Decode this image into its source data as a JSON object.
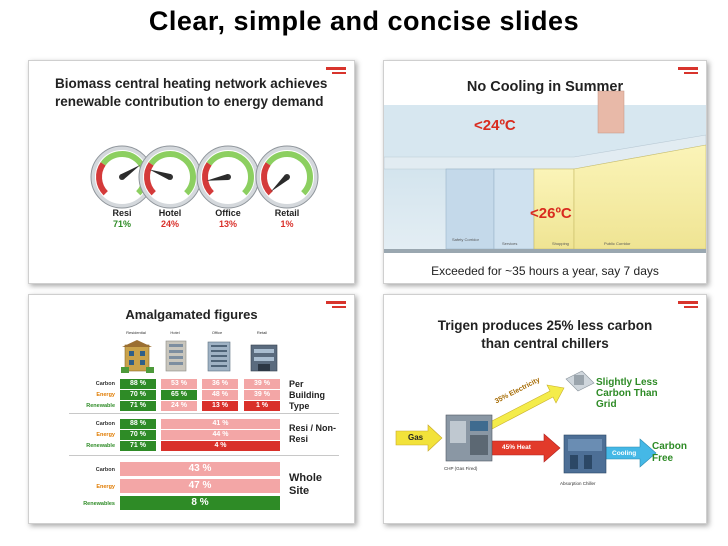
{
  "header": {
    "title": "Clear, simple and concise slides"
  },
  "colors": {
    "green": "#2e8b26",
    "red": "#d9302a",
    "pink": "#f3a6a6",
    "gauge_green": "#8ccf60",
    "gauge_red": "#d43a3a"
  },
  "slide1": {
    "title_line1": "Biomass central heating network achieves",
    "title_line2": "renewable contribution to energy demand",
    "gauges": [
      {
        "label": "Resi",
        "value": "71%",
        "fraction": 0.71,
        "value_color": "#2e8b26"
      },
      {
        "label": "Hotel",
        "value": "24%",
        "fraction": 0.24,
        "value_color": "#d9302a"
      },
      {
        "label": "Office",
        "value": "13%",
        "fraction": 0.13,
        "value_color": "#d9302a"
      },
      {
        "label": "Retail",
        "value": "1%",
        "fraction": 0.01,
        "value_color": "#d9302a"
      }
    ]
  },
  "slide2": {
    "title": "No Cooling in Summer",
    "temp_outside": "<24ºC",
    "temp_inside": "<26ºC",
    "rooms": [
      "Safety Corridor",
      "Services",
      "Shopping",
      "Public Corridor"
    ],
    "caption": "Exceeded for ~35 hours a year, say 7 days"
  },
  "slide3": {
    "title": "Amalgamated figures",
    "buildings": [
      "Residential",
      "Hotel",
      "Office",
      "Retail"
    ],
    "per_building": {
      "rows": [
        {
          "label": "Carbon",
          "label_color": "#333333",
          "cells": [
            "88 %",
            "53 %",
            "36 %",
            "39 %"
          ]
        },
        {
          "label": "Energy",
          "label_color": "#e07b00",
          "cells": [
            "70 %",
            "65 %",
            "48 %",
            "39 %"
          ]
        },
        {
          "label": "Renewable",
          "label_color": "#2e8b26",
          "cells": [
            "71 %",
            "24 %",
            "13 %",
            "1 %"
          ]
        }
      ],
      "side_text": [
        "Per",
        "Building",
        "Type"
      ]
    },
    "resi_nonresi": {
      "rows": [
        {
          "label": "Carbon",
          "label_color": "#333333",
          "resi": "88 %",
          "nonresi": "41 %"
        },
        {
          "label": "Energy",
          "label_color": "#e07b00",
          "resi": "70 %",
          "nonresi": "44 %"
        },
        {
          "label": "Renewable",
          "label_color": "#2e8b26",
          "resi": "71 %",
          "nonresi": "4 %"
        }
      ],
      "side_text": [
        "Resi / Non-",
        "Resi"
      ]
    },
    "whole_site": {
      "rows": [
        {
          "label": "Carbon",
          "label_color": "#333333",
          "value": "43 %"
        },
        {
          "label": "Energy",
          "label_color": "#e07b00",
          "value": "47 %"
        },
        {
          "label": "Renewables",
          "label_color": "#2e8b26",
          "value": "8 %"
        }
      ],
      "side_text": [
        "Whole",
        "Site"
      ]
    }
  },
  "slide4": {
    "title_line1": "Trigen produces 25% less carbon",
    "title_line2": "than central chillers",
    "gas": "Gas",
    "electricity": "35% Electricity",
    "heat": "45% Heat",
    "cooling": "Cooling",
    "slightly_less": [
      "Slightly Less",
      "Carbon Than",
      "Grid"
    ],
    "carbon_free": [
      "Carbon",
      "Free"
    ],
    "chp_label": "CHP (Gas Fired)",
    "chiller_label": "Absorption Chiller"
  }
}
